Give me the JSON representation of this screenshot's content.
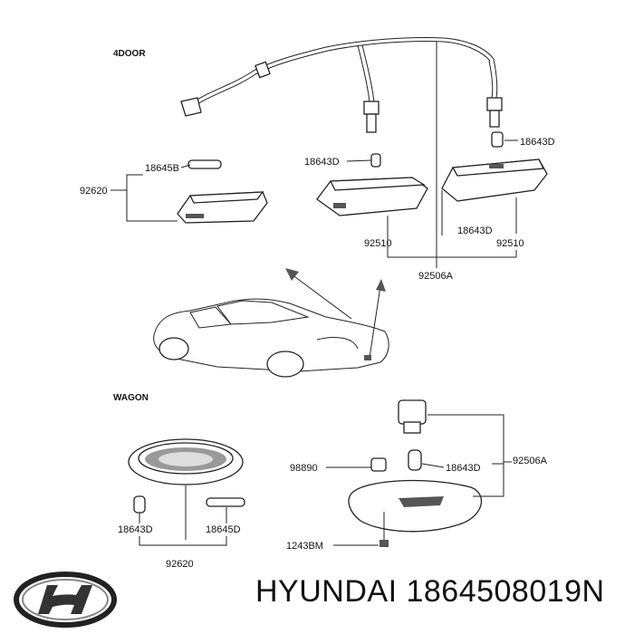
{
  "sections": {
    "top": "4DOOR",
    "bottom": "WAGON"
  },
  "labels": {
    "l_18645B": "18645B",
    "l_92620_top": "92620",
    "l_18643D_a": "18643D",
    "l_18643D_b": "18643D",
    "l_92510_a": "92510",
    "l_18643D_c": "18643D",
    "l_92510_b": "92510",
    "l_92506A_top": "92506A",
    "l_98890": "98890",
    "l_18643D_d": "18643D",
    "l_92506A_bottom": "92506A",
    "l_18643D_e": "18643D",
    "l_18645D": "18645D",
    "l_92620_bottom": "92620",
    "l_1243BM": "1243BM"
  },
  "footer": {
    "part_title": "HYUNDAI 1864508019N"
  },
  "icons": {
    "logo": "hyundai-logo-icon"
  }
}
